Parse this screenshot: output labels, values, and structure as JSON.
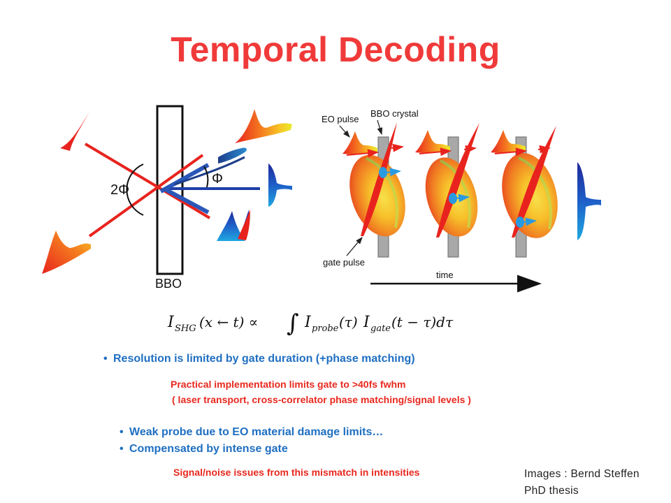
{
  "slide": {
    "title": "Temporal Decoding"
  },
  "left_diagram": {
    "crystal_label": "BBO",
    "angle_2phi": "2Φ",
    "angle_phi": "Φ"
  },
  "right_diagram": {
    "eo_pulse_label": "EO pulse",
    "bbo_crystal_label": "BBO crystal",
    "gate_pulse_label": "gate pulse",
    "time_label": "time"
  },
  "equation": {
    "lhs_symbol": "I",
    "lhs_sub": "SHG",
    "lhs_args": "(x ← t) ∝",
    "integral": "∫",
    "term1": "I",
    "term1_sub": "probe",
    "term1_args": "(τ)",
    "term2": "I",
    "term2_sub": "gate",
    "term2_args": "(t − τ)dτ"
  },
  "bullets": {
    "b1": "Resolution is limited by gate duration (+phase matching)",
    "note1_line1": "Practical implementation limits gate to >40fs fwhm",
    "note1_line2": "( laser transport, cross-correlator phase matching/signal levels )",
    "b2": "Weak probe due to EO material damage limits…",
    "b3": "Compensated by intense gate",
    "note2": "Signal/noise issues from this mismatch in intensities"
  },
  "credit": {
    "line1": "Images : Bernd Steffen",
    "line2": "PhD thesis"
  },
  "colors": {
    "title": "#f03a3a",
    "bullet": "#1f6fc2",
    "note": "#e8281e",
    "laser_red": "#e8231e",
    "laser_blue": "#1e3fa8"
  }
}
